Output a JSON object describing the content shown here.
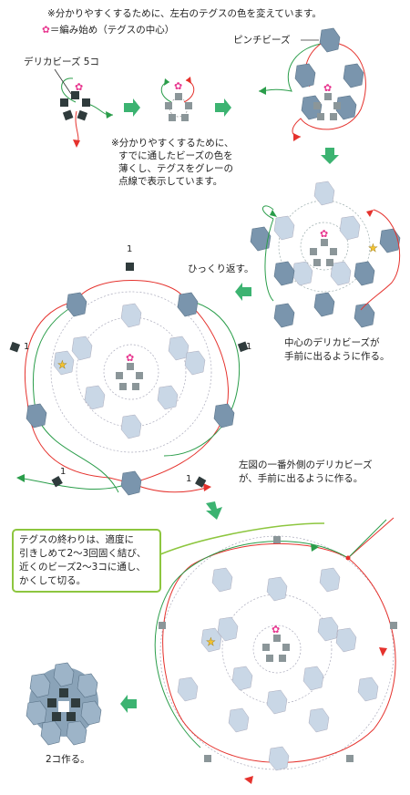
{
  "notes": {
    "top_note": "※分かりやすくするために、左右のテグスの色を変えています。",
    "legend": "＝編み始め（テグスの中心）",
    "delica_label": "デリカビーズ 5コ",
    "pinch_label": "ピンチビーズ",
    "dotted_note": [
      "※分かりやすくするために、",
      "すでに通したビーズの色を",
      "薄くし、テグスをグレーの",
      "点線で表示しています。"
    ],
    "flip_label": "ひっくり返す。",
    "center_note": [
      "中心のデリカビーズが",
      "手前に出るように作る。"
    ],
    "outer_note": [
      "左図の一番外側のデリカビーズ",
      "が、手前に出るように作る。"
    ],
    "finish_note": [
      "テグスの終わりは、適度に",
      "引きしめて2〜3回固く結び、",
      "近くのビーズ2〜3コに通し、",
      "かくして切る。"
    ],
    "make_two": "2コ作る。",
    "count_labels": [
      "1",
      "1",
      "1",
      "1",
      "1"
    ]
  },
  "colors": {
    "red_thread": "#e5322d",
    "green_thread": "#2a9d4a",
    "pinch_dark": "#7a95ad",
    "pinch_light": "#c9d7e6",
    "delica_dark": "#2f3b3c",
    "delica_gray": "#8b9699",
    "arrow_green": "#3cb371",
    "callout_border": "#8dc63f",
    "flower": "#e8368f",
    "star": "#f2c230"
  },
  "icons": [
    "flower-icon",
    "star-icon",
    "arrow-right-icon",
    "arrow-down-icon",
    "arrow-left-icon"
  ]
}
